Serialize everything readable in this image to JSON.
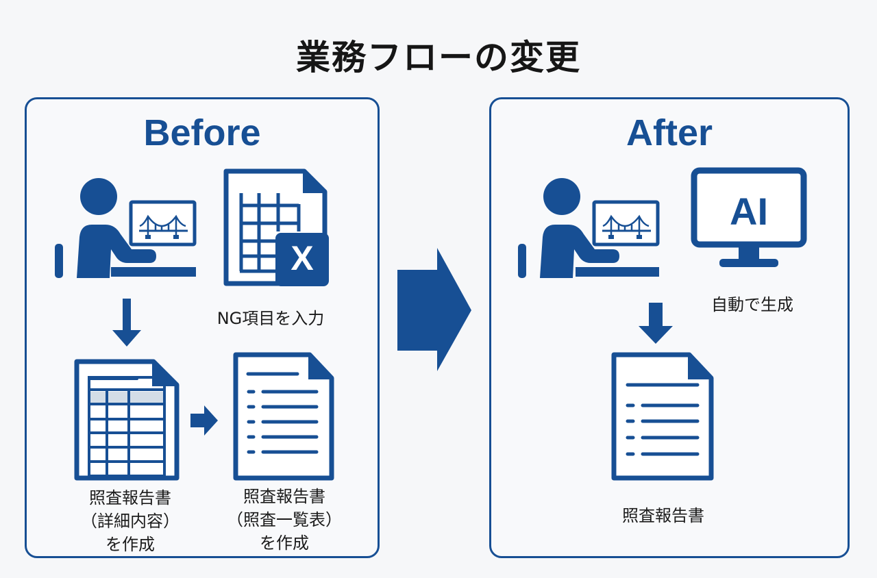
{
  "title": "業務フローの変更",
  "colors": {
    "primary": "#174f94",
    "background": "#f6f7f9",
    "header_cell": "#d3dde7",
    "text": "#1b1b1b"
  },
  "before": {
    "heading": "Before",
    "steps": {
      "engineer": {
        "icon": "engineer-at-computer-bridge-icon"
      },
      "excel": {
        "icon": "excel-spreadsheet-icon",
        "badge": "X",
        "label": "NG項目を入力"
      },
      "detail_report": {
        "icon": "table-document-icon",
        "label_lines": [
          "照査報告書",
          "（詳細内容）",
          "を作成"
        ]
      },
      "list_report": {
        "icon": "list-document-icon",
        "label_lines": [
          "照査報告書",
          "（照査一覧表）",
          "を作成"
        ]
      }
    }
  },
  "transition": {
    "icon": "big-right-arrow-icon"
  },
  "after": {
    "heading": "After",
    "steps": {
      "engineer": {
        "icon": "engineer-at-computer-bridge-icon"
      },
      "ai": {
        "icon": "ai-monitor-icon",
        "screen_text": "AI",
        "label": "自動で生成"
      },
      "report": {
        "icon": "list-document-icon",
        "label": "照査報告書"
      }
    }
  }
}
